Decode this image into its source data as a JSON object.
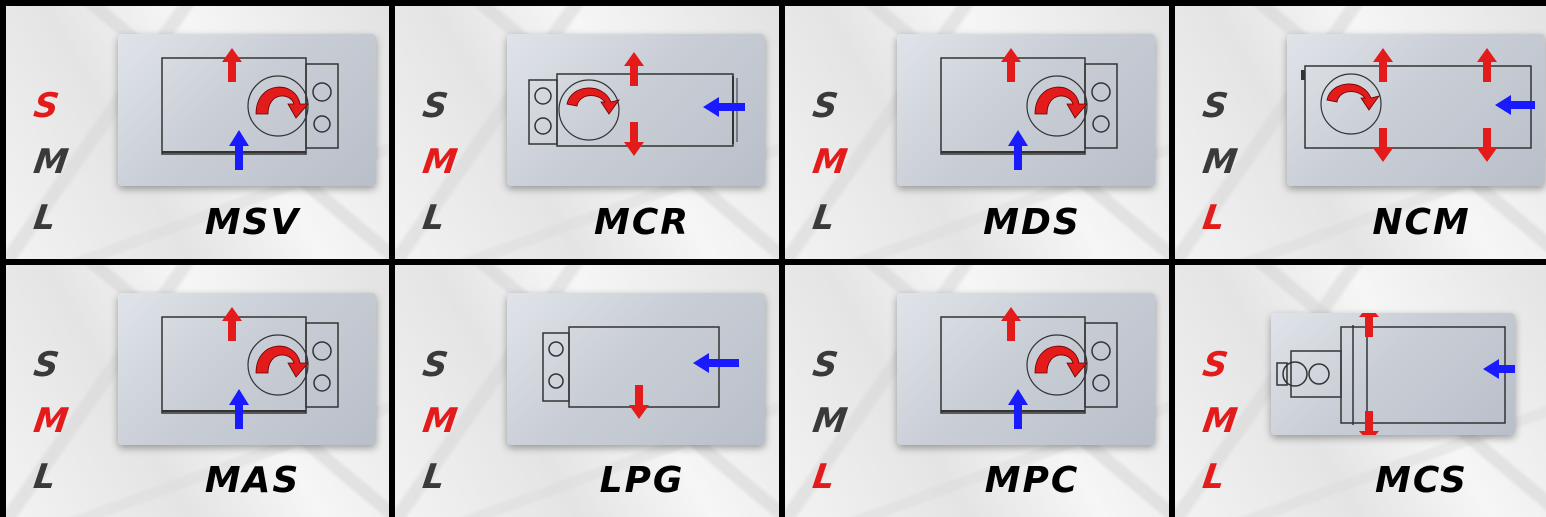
{
  "colors": {
    "active": "#e31b1b",
    "inactive": "#3a3a3a",
    "flow_in": "#1a1aff",
    "flow_out": "#e31b1b"
  },
  "size_labels": [
    "S",
    "M",
    "L"
  ],
  "cells": [
    {
      "name": "MSV",
      "active_sizes": [
        "S"
      ]
    },
    {
      "name": "MCR",
      "active_sizes": [
        "M"
      ]
    },
    {
      "name": "MDS",
      "active_sizes": [
        "M"
      ]
    },
    {
      "name": "NCM",
      "active_sizes": [
        "L"
      ]
    },
    {
      "name": "MAS",
      "active_sizes": [
        "M"
      ]
    },
    {
      "name": "LPG",
      "active_sizes": [
        "M"
      ]
    },
    {
      "name": "MPC",
      "active_sizes": [
        "L"
      ]
    },
    {
      "name": "MCS",
      "active_sizes": [
        "S",
        "M",
        "L"
      ]
    }
  ]
}
